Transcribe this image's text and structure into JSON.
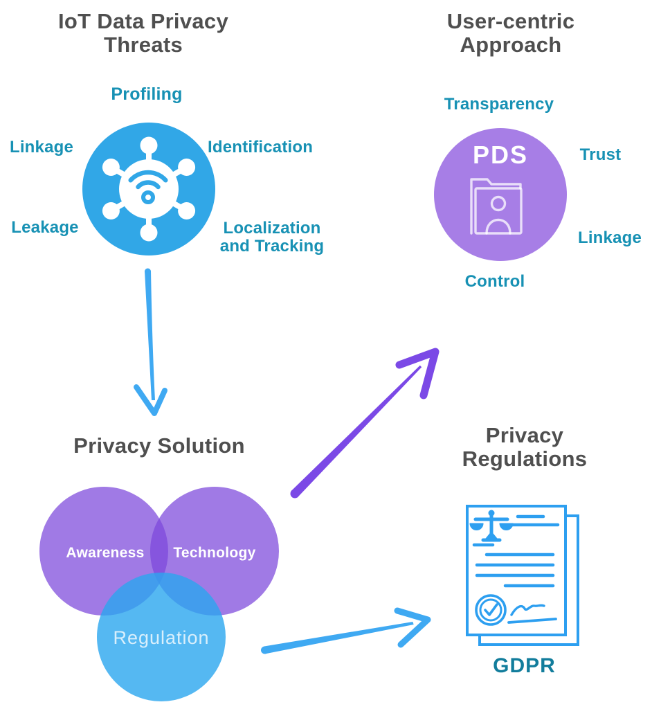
{
  "palette": {
    "heading_gray": "#4f4f4f",
    "label_teal": "#1791b4",
    "gdpr_teal": "#127d9c",
    "iot_blue": "#31a7e7",
    "pds_purple": "#a77ee6",
    "venn_purple": "#7c46db",
    "venn_blue": "#2ba6ef",
    "arrow_blue": "#3fa9f2",
    "arrow_purple": "#7b49e6",
    "document_blue": "#2d9ff0",
    "icon_white": "#ffffff"
  },
  "threats": {
    "title_line1": "IoT Data Privacy",
    "title_line2": "Threats",
    "label_top": "Profiling",
    "label_left": "Linkage",
    "label_right": "Identification",
    "label_bottom_left": "Leakage",
    "label_bottom_right_line1": "Localization",
    "label_bottom_right_line2": "and Tracking",
    "center_icon": "iot-network-icon"
  },
  "approach": {
    "title_line1": "User-centric",
    "title_line2": "Approach",
    "label_top": "Transparency",
    "label_right": "Trust",
    "label_bottom_right": "Linkage",
    "label_bottom": "Control",
    "badge": "PDS",
    "center_icon": "folder-user-icon"
  },
  "solution": {
    "title": "Privacy Solution",
    "circle1": "Awareness",
    "circle2": "Technology",
    "circle3": "Regulation"
  },
  "regulations": {
    "title_line1": "Privacy",
    "title_line2": "Regulations",
    "label": "GDPR",
    "center_icon": "gdpr-document-icon"
  }
}
